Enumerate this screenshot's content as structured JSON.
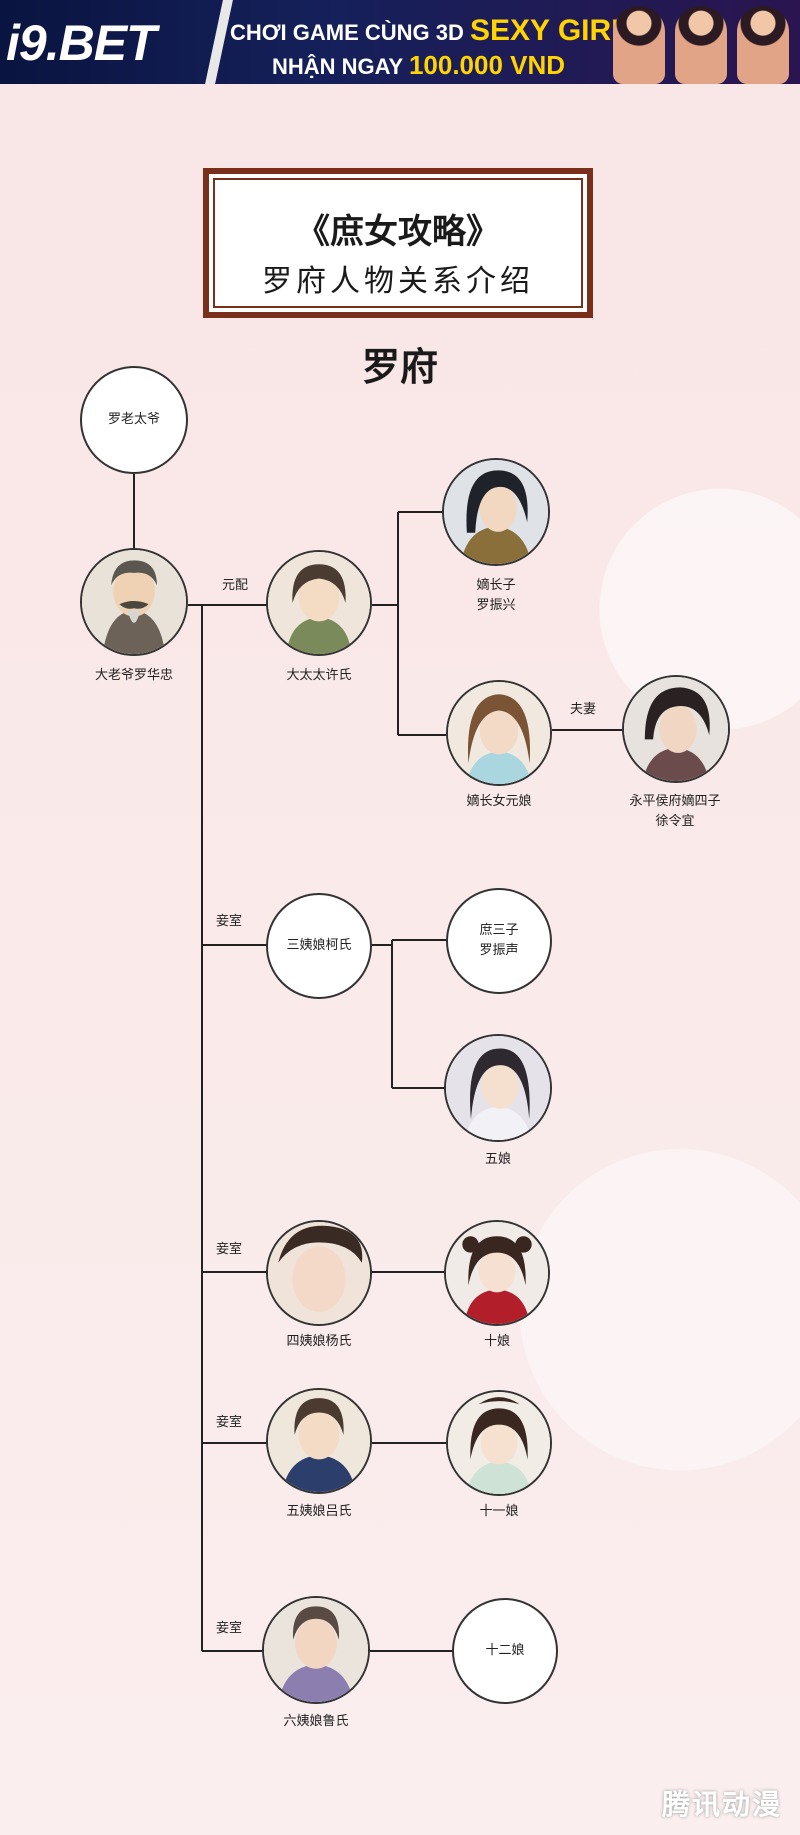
{
  "ad": {
    "brand": "i9.BET",
    "line1_prefix": "CHƠI GAME CÙNG 3D",
    "line1_highlight": "SEXY GIRL",
    "line2_prefix": "NHẬN NGAY",
    "line2_highlight": "100.000 VND"
  },
  "title": {
    "line1": "《庶女攻略》",
    "line2": "罗府人物关系介绍"
  },
  "section": "罗府",
  "people": {
    "grandfather": "罗老太爷",
    "father": "大老爷罗华忠",
    "main_wife": "大太太许氏",
    "eldest_son": [
      "嫡长子",
      "罗振兴"
    ],
    "eldest_daughter": "嫡长女元娘",
    "son_in_law": [
      "永平侯府嫡四子",
      "徐令宜"
    ],
    "concubine3": "三姨娘柯氏",
    "third_son": [
      "庶三子",
      "罗振声"
    ],
    "fifth_daughter": "五娘",
    "concubine4": "四姨娘杨氏",
    "tenth_daughter": "十娘",
    "concubine5": "五姨娘吕氏",
    "eleventh_daughter": "十一娘",
    "concubine6": "六姨娘鲁氏",
    "twelfth_daughter": "十二娘"
  },
  "relations": {
    "main_wife": "元配",
    "spouse": "夫妻",
    "concubine": "妾室"
  },
  "watermark": "腾讯动漫",
  "colors": {
    "frame": "#7a2f1a",
    "line": "#222222"
  }
}
